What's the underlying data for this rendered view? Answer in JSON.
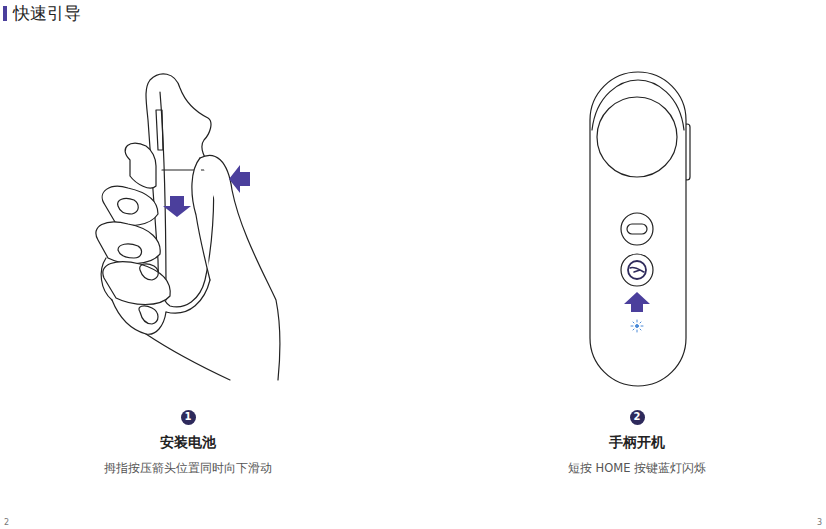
{
  "diagram": {
    "title": "快速引导",
    "nodes": [
      {
        "text": [
          "1"
        ]
      },
      {
        "text": [
          "2"
        ]
      }
    ],
    "labels": [
      "安装电池",
      "拇指按压箭头位置同时向下滑动",
      "手柄开机",
      "短按 HOME 按键蓝灯闪烁",
      "2",
      "3"
    ]
  }
}
